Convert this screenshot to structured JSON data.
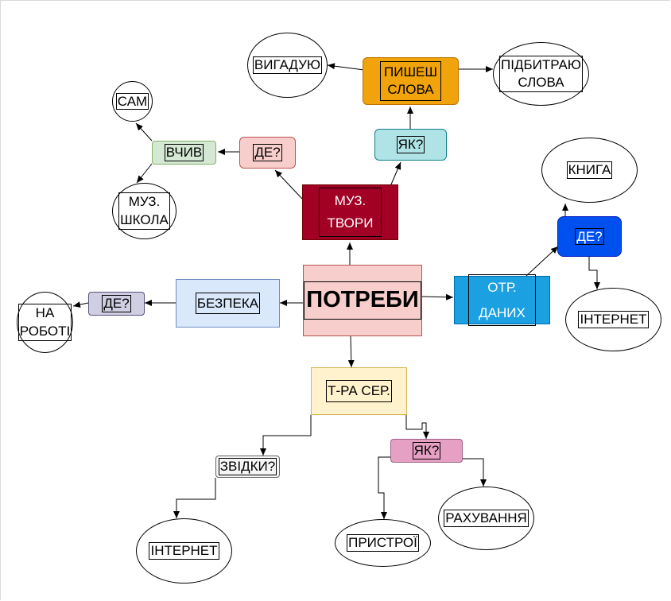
{
  "nodes": {
    "center": {
      "label": "ПОТРЕБИ"
    },
    "muz_tvory": {
      "label_l1": "МУЗ.",
      "label_l2": "ТВОРИ"
    },
    "yak_top": {
      "label": "ЯК?"
    },
    "pyshesh": {
      "label_l1": "ПИШЕШ",
      "label_l2": "СЛОВА"
    },
    "vygaduyu": {
      "label": "ВИГАДУЮ"
    },
    "pidbyrayu": {
      "label_l1": "ПІДБИТРАЮ",
      "label_l2": "СЛОВА"
    },
    "de_left_top": {
      "label": "ДЕ?"
    },
    "vchyv": {
      "label": "ВЧИВ"
    },
    "sam": {
      "label": "САМ"
    },
    "muz_shkola": {
      "label_l1": "МУЗ.",
      "label_l2": "ШКОЛА"
    },
    "bezpeka": {
      "label": "БЕЗПЕКА"
    },
    "de_left": {
      "label": "ДЕ?"
    },
    "na_roboti": {
      "label_l1": "НА",
      "label_l2": "РОБОТІ"
    },
    "otr_danykh": {
      "label_l1": "ОТР.",
      "label_l2": "ДАНИХ"
    },
    "de_right": {
      "label": "ДЕ?"
    },
    "knyha": {
      "label": "КНИГА"
    },
    "internet_r": {
      "label": "ІНТЕРНЕТ"
    },
    "tra_ser": {
      "label": "Т-РА СЕР."
    },
    "zvidky": {
      "label": "ЗВІДКИ?"
    },
    "internet_b": {
      "label": "ІНТЕРНЕТ"
    },
    "yak_bottom": {
      "label": "ЯК?"
    },
    "prystroi": {
      "label": "ПРИСТРОЇ"
    },
    "rakhuvannya": {
      "label": "РАХУВАННЯ"
    }
  },
  "colors": {
    "center_fill": "#f8cecc",
    "center_border": "#b85450",
    "muz_fill": "#a20025",
    "yak_top_fill": "#b0e3e6",
    "yak_top_border": "#0e8088",
    "pyshesh_fill": "#f0a30a",
    "pyshesh_border": "#bd7000",
    "de_pink_fill": "#f8cecc",
    "de_pink_border": "#b85450",
    "vchyv_fill": "#d5e8d4",
    "vchyv_border": "#82b366",
    "bezpeka_fill": "#dae8fc",
    "bezpeka_border": "#6c8ebf",
    "de_purple_fill": "#d0cee2",
    "de_purple_border": "#56517e",
    "otr_fill": "#1ba1e2",
    "otr_border": "#006eaf",
    "de_blue_fill": "#0050ef",
    "de_blue_border": "#001dbc",
    "tra_fill": "#fff2cc",
    "tra_border": "#d6b656",
    "zvidky_fill": "#f5f5f5",
    "zvidky_border": "#666666",
    "yak_bottom_fill": "#e6a0c4",
    "yak_bottom_border": "#996185"
  }
}
